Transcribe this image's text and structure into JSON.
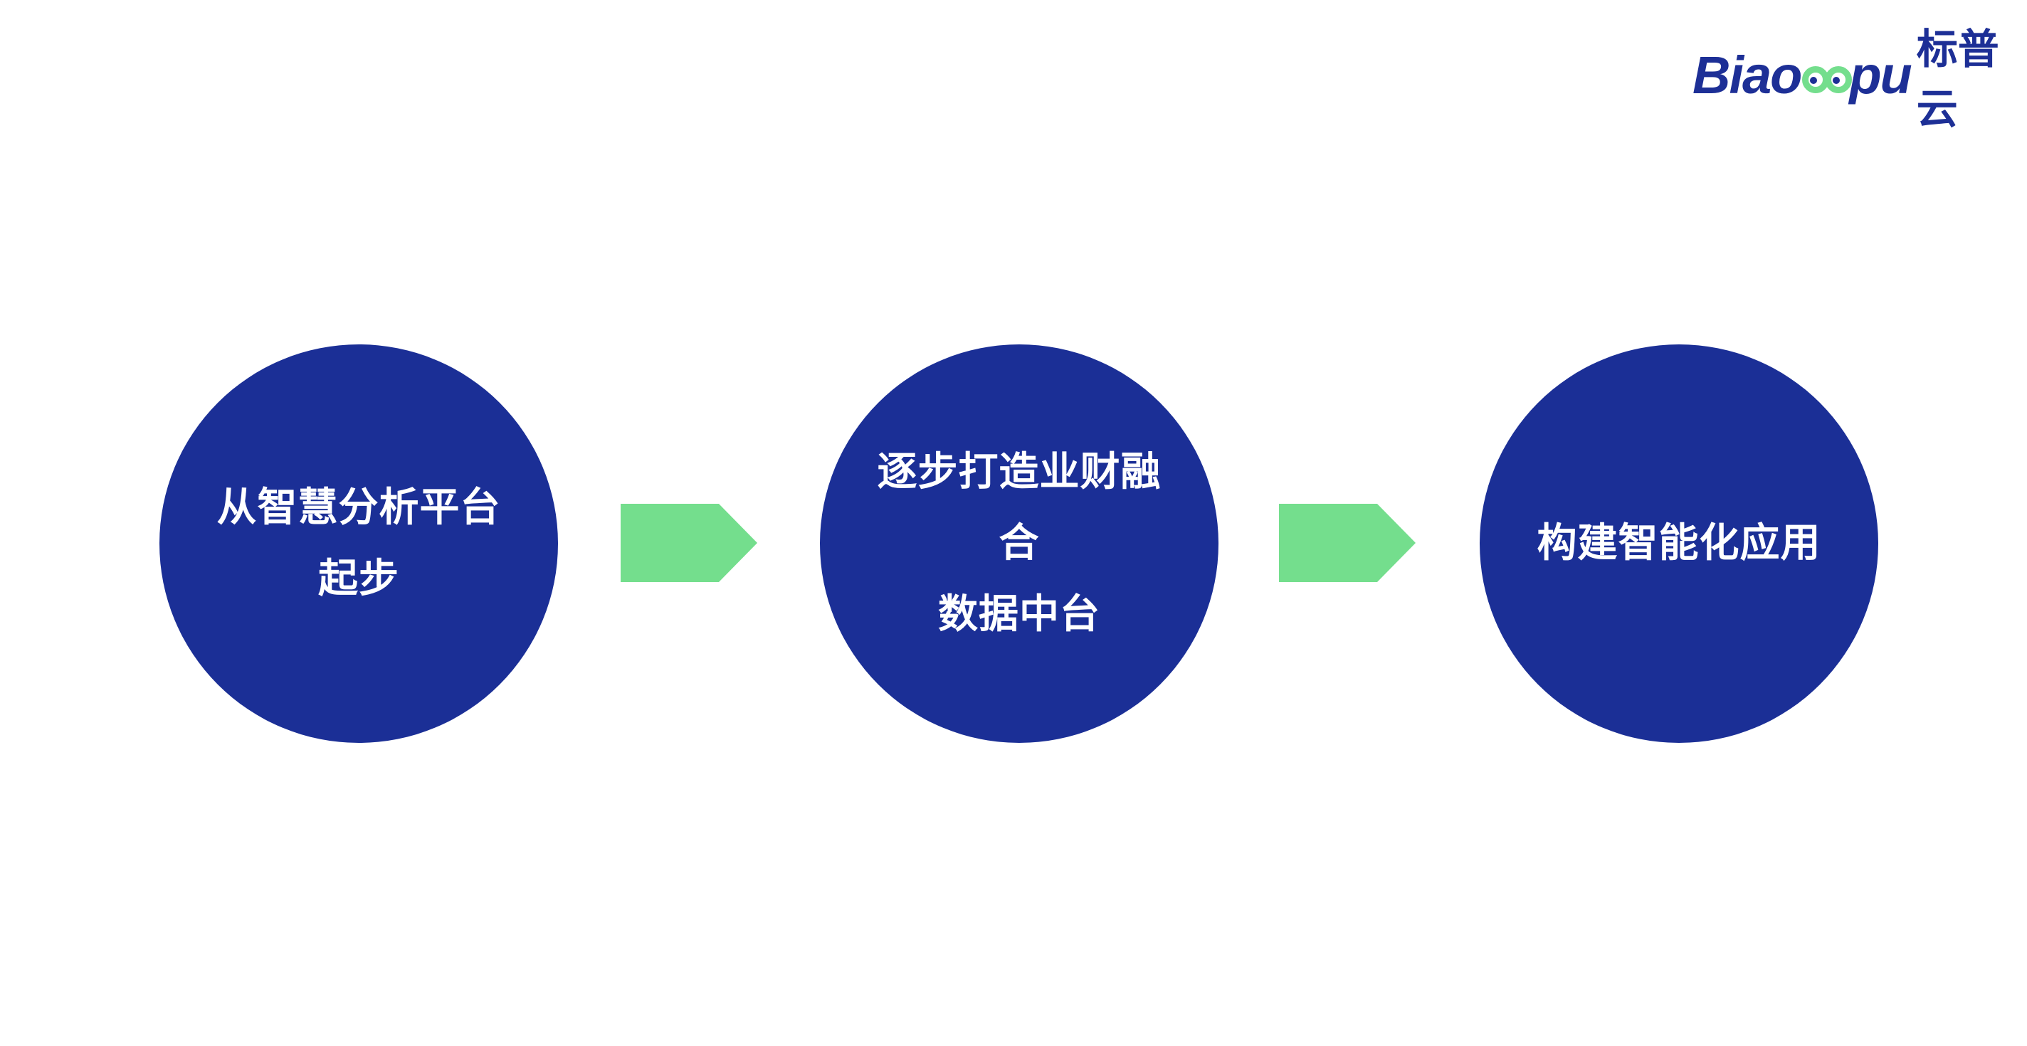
{
  "logo": {
    "text_start": "Biao",
    "text_end": "pu",
    "chinese": "标普云",
    "icon": "eyes-logo-icon"
  },
  "steps": [
    {
      "line1": "从智慧分析平台",
      "line2": "起步"
    },
    {
      "line1": "逐步打造业财融合",
      "line2": "数据中台"
    },
    {
      "line1": "构建智能化应用",
      "line2": ""
    }
  ],
  "colors": {
    "circle": "#1b2f96",
    "arrow": "#74de8d",
    "logo": "#1d2f96",
    "background": "#ffffff"
  }
}
